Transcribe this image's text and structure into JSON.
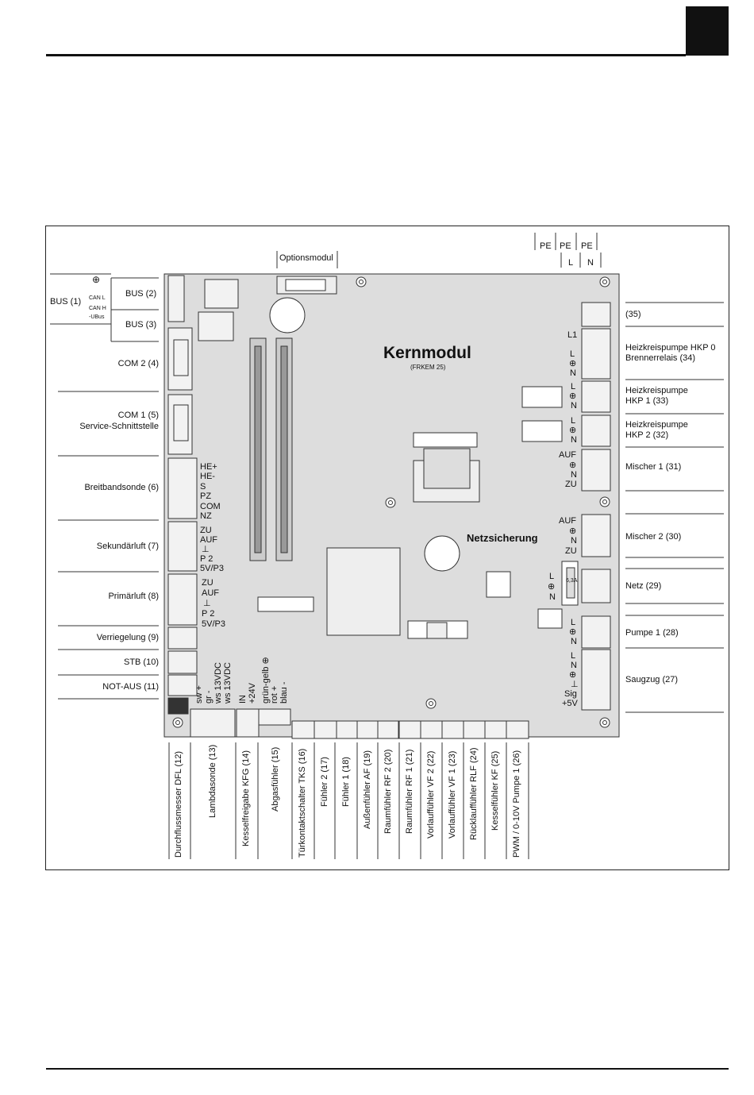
{
  "board": {
    "title": "Kernmodul",
    "subtitle": "(FRKEM 25)",
    "fuse_label": "Netzsicherung",
    "fuse_value": "6,3A"
  },
  "top_labels": {
    "option_module": "Optionsmodul",
    "pe": [
      "PE",
      "PE",
      "PE"
    ],
    "l": "L",
    "n": "N"
  },
  "left_bus": {
    "bus1": "BUS (1)",
    "bus2": "BUS (2)",
    "bus3": "BUS (3)",
    "can_l": "CAN L",
    "can_h": "CAN H",
    "ubus": "-UBus"
  },
  "left_labels": [
    {
      "text": "COM 2 (4)"
    },
    {
      "text": "COM 1 (5)"
    },
    {
      "text": "Service-Schnittstelle"
    },
    {
      "text": "Breitbandsonde (6)"
    },
    {
      "text": "Sekundärluft (7)"
    },
    {
      "text": "Primärluft (8)"
    },
    {
      "text": "Verriegelung (9)"
    },
    {
      "text": "STB (10)"
    },
    {
      "text": "NOT-AUS (11)"
    }
  ],
  "pins_left": {
    "breitband": [
      "HE+",
      "HE-",
      "S",
      "PZ",
      "COM",
      "NZ"
    ],
    "sekundar": [
      "ZU",
      "AUF",
      "⊥",
      "P 2",
      "5V/P3"
    ],
    "primar": [
      "ZU",
      "AUF",
      "⊥",
      "P 2",
      "5V/P3"
    ]
  },
  "right_labels": [
    {
      "text": "(35)"
    },
    {
      "text": "Heizkreispumpe HKP 0"
    },
    {
      "text": "Brennerrelais (34)"
    },
    {
      "text": "Heizkreispumpe"
    },
    {
      "text": "HKP 1 (33)"
    },
    {
      "text": "Heizkreispumpe"
    },
    {
      "text": "HKP 2 (32)"
    },
    {
      "text": "Mischer 1 (31)"
    },
    {
      "text": "Mischer 2 (30)"
    },
    {
      "text": "Netz (29)"
    },
    {
      "text": "Pumpe 1 (28)"
    },
    {
      "text": "Saugzug (27)"
    }
  ],
  "pins_right": {
    "hkp0": [
      "L1",
      "L",
      "⊕",
      "N"
    ],
    "hkp1": [
      "L",
      "⊕",
      "N"
    ],
    "hkp2": [
      "L",
      "⊕",
      "N"
    ],
    "mischer1": [
      "AUF",
      "⊕",
      "N",
      "ZU"
    ],
    "mischer2": [
      "AUF",
      "⊕",
      "N",
      "ZU"
    ],
    "netz": [
      "L",
      "⊕",
      "N"
    ],
    "pumpe1": [
      "L",
      "⊕",
      "N"
    ],
    "saugzug": [
      "L",
      "N",
      "⊕",
      "⊥",
      "Sig",
      "+5V"
    ]
  },
  "pins_bottom": {
    "lambda": [
      "sw +",
      "gr -",
      "ws 13VDC",
      "ws 13VDC"
    ],
    "kfg": [
      "IN",
      "+24V"
    ],
    "abgas": [
      "grün-gelb ⊕",
      "rot +",
      "blau -"
    ]
  },
  "bottom_labels": [
    {
      "text": "Durchflussmesser DFL (12)"
    },
    {
      "text": "Lambdasonde (13)"
    },
    {
      "text": "Kesselfreigabe KFG (14)"
    },
    {
      "text": "Abgasfühler (15)"
    },
    {
      "text": "Türkontaktschalter TKS (16)"
    },
    {
      "text": "Fühler 2 (17)"
    },
    {
      "text": "Fühler 1 (18)"
    },
    {
      "text": "Außenfühler AF (19)"
    },
    {
      "text": "Raumfühler RF 2 (20)"
    },
    {
      "text": "Raumfühler RF 1 (21)"
    },
    {
      "text": "Vorlauffühler VF 2 (22)"
    },
    {
      "text": "Vorlauffühler VF 1 (23)"
    },
    {
      "text": "Rücklauffühler RLF (24)"
    },
    {
      "text": "Kesselfühler KF (25)"
    },
    {
      "text": "PWM / 0-10V Pumpe 1 (26)"
    }
  ]
}
